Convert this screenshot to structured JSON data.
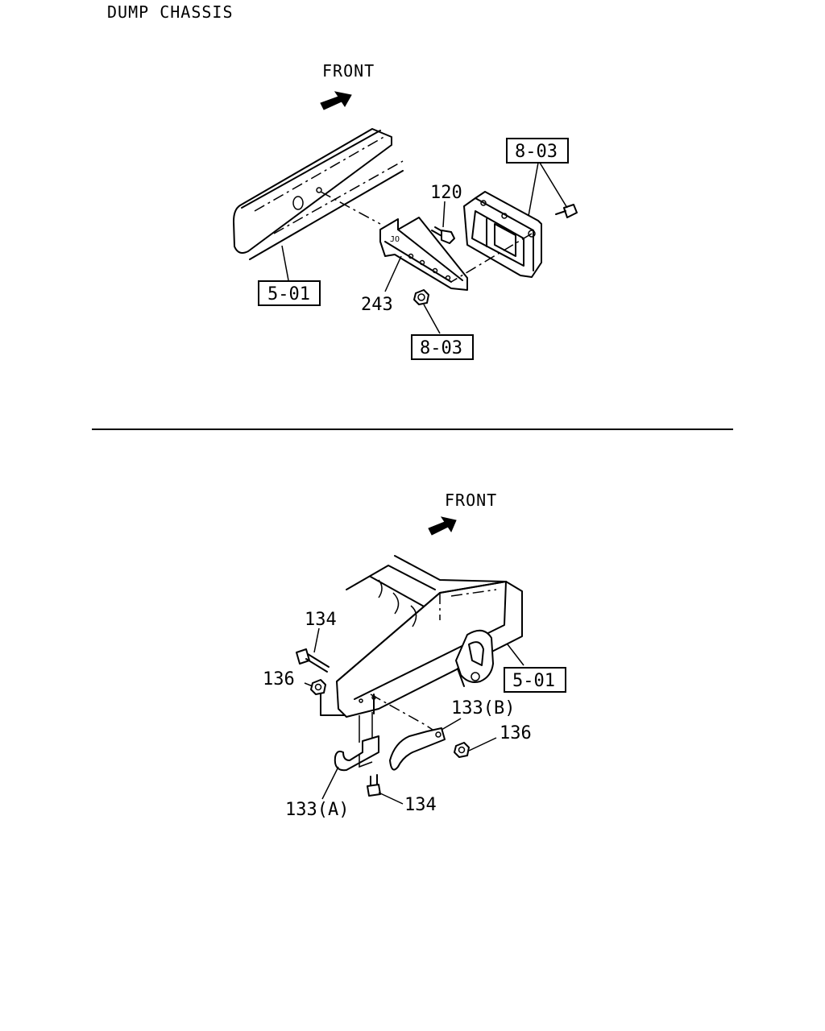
{
  "header": {
    "title": "DUMP CHASSIS"
  },
  "top_view": {
    "front_label": "FRONT",
    "callouts": {
      "frame_ref": "5-01",
      "part_120": "120",
      "part_243": "243",
      "ref_upper": "8-03",
      "ref_lower": "8-03"
    }
  },
  "bottom_view": {
    "front_label": "FRONT",
    "callouts": {
      "part_134_top": "134",
      "part_136_left": "136",
      "frame_ref": "5-01",
      "part_133b": "133(B)",
      "part_136_right": "136",
      "part_134_bottom": "134",
      "part_133a": "133(A)"
    }
  }
}
